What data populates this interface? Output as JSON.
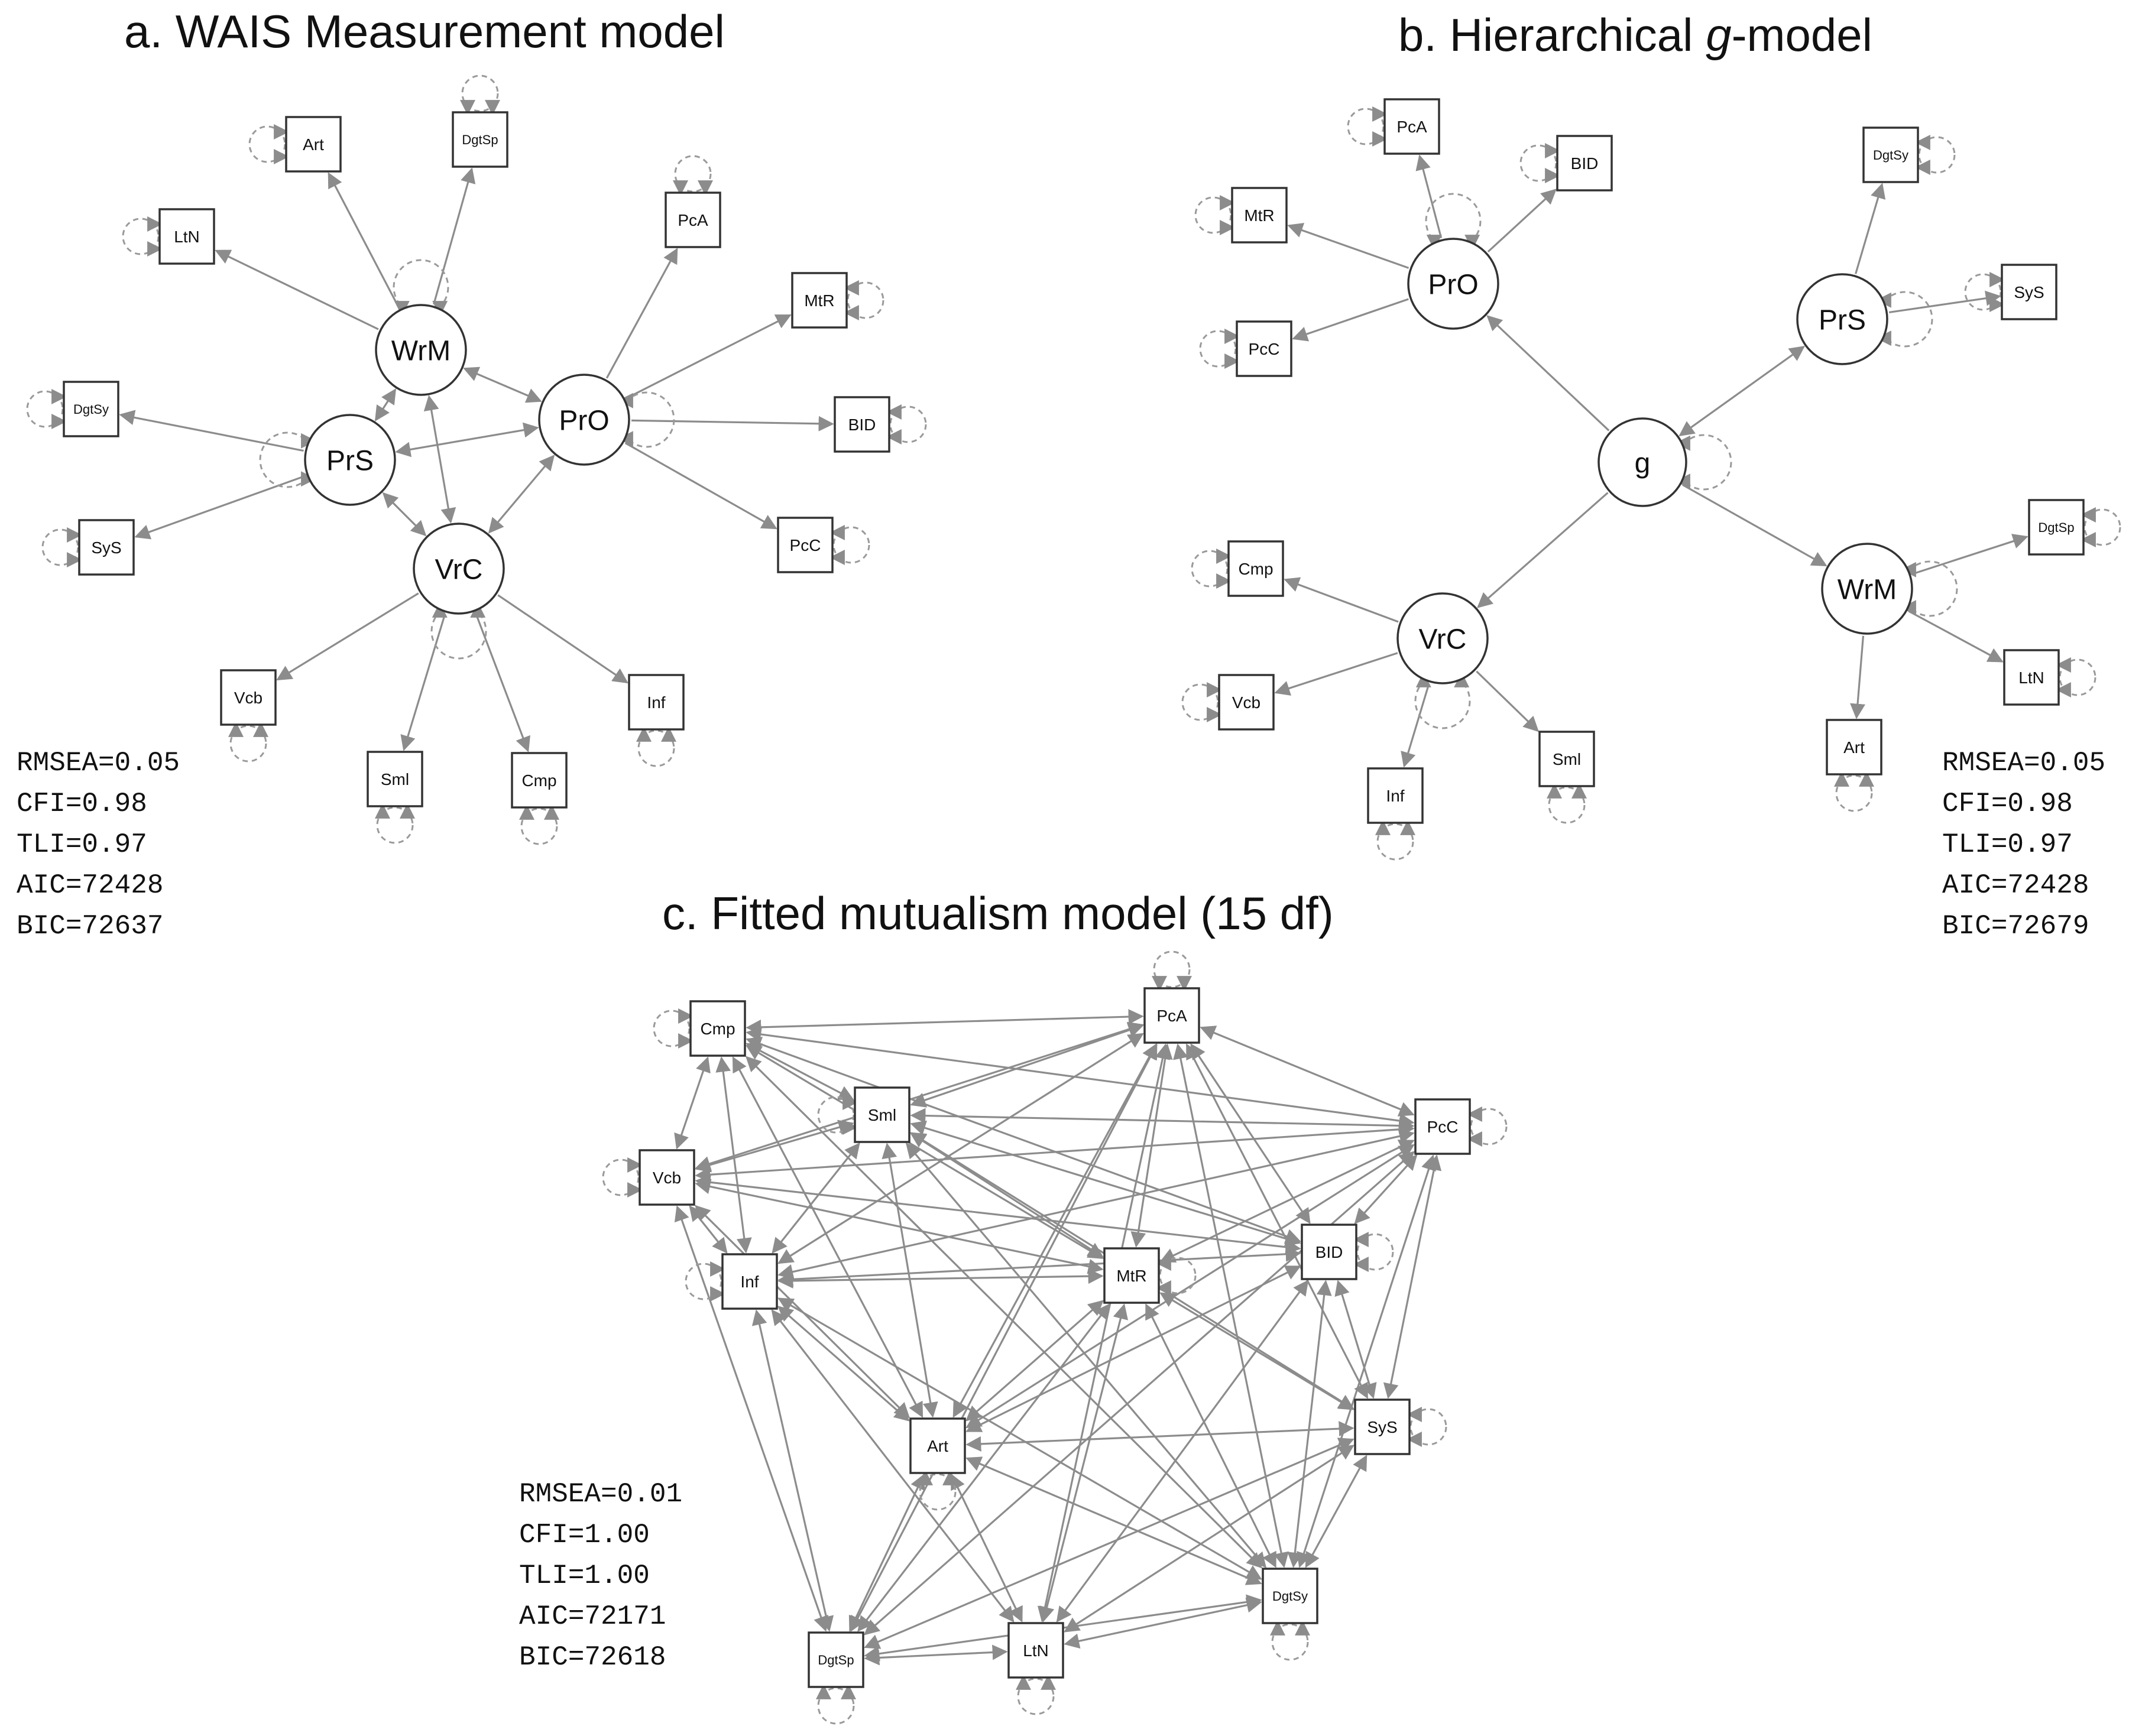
{
  "panels": [
    {
      "id": "a",
      "title": "a. WAIS Measurement model",
      "stats": [
        "RMSEA=0.05",
        "CFI=0.98",
        "TLI=0.97",
        "AIC=72428",
        "BIC=72637"
      ]
    },
    {
      "id": "b",
      "title_prefix": "b. Hierarchical ",
      "title_italic": "g",
      "title_suffix": "-model",
      "stats": [
        "RMSEA=0.05",
        "CFI=0.98",
        "TLI=0.97",
        "AIC=72428",
        "BIC=72679"
      ]
    },
    {
      "id": "c",
      "title": "c. Fitted mutualism model (15 df)",
      "stats": [
        "RMSEA=0.01",
        "CFI=1.00",
        "TLI=1.00",
        "AIC=72171",
        "BIC=72618"
      ]
    }
  ],
  "diagram_a": {
    "latents": [
      "WrM",
      "PrO",
      "PrS",
      "VrC"
    ],
    "observed": [
      "Art",
      "DgtSp",
      "LtN",
      "PcA",
      "MtR",
      "DgtSy",
      "BID",
      "SyS",
      "PcC",
      "Vcb",
      "Inf",
      "Sml",
      "Cmp"
    ]
  },
  "diagram_b": {
    "latents": [
      "PrO",
      "PrS",
      "g",
      "VrC",
      "WrM"
    ],
    "observed": [
      "PcA",
      "BID",
      "MtR",
      "PcC",
      "DgtSy",
      "SyS",
      "Cmp",
      "Vcb",
      "Inf",
      "Sml",
      "DgtSp",
      "LtN",
      "Art"
    ]
  },
  "diagram_c": {
    "observed": [
      "Cmp",
      "PcA",
      "Sml",
      "PcC",
      "Vcb",
      "BID",
      "Inf",
      "MtR",
      "SyS",
      "Art",
      "DgtSy",
      "DgtSp",
      "LtN"
    ]
  },
  "colors": {
    "edge": "#8c8c8c",
    "node_stroke": "#333333",
    "text": "#111111"
  }
}
